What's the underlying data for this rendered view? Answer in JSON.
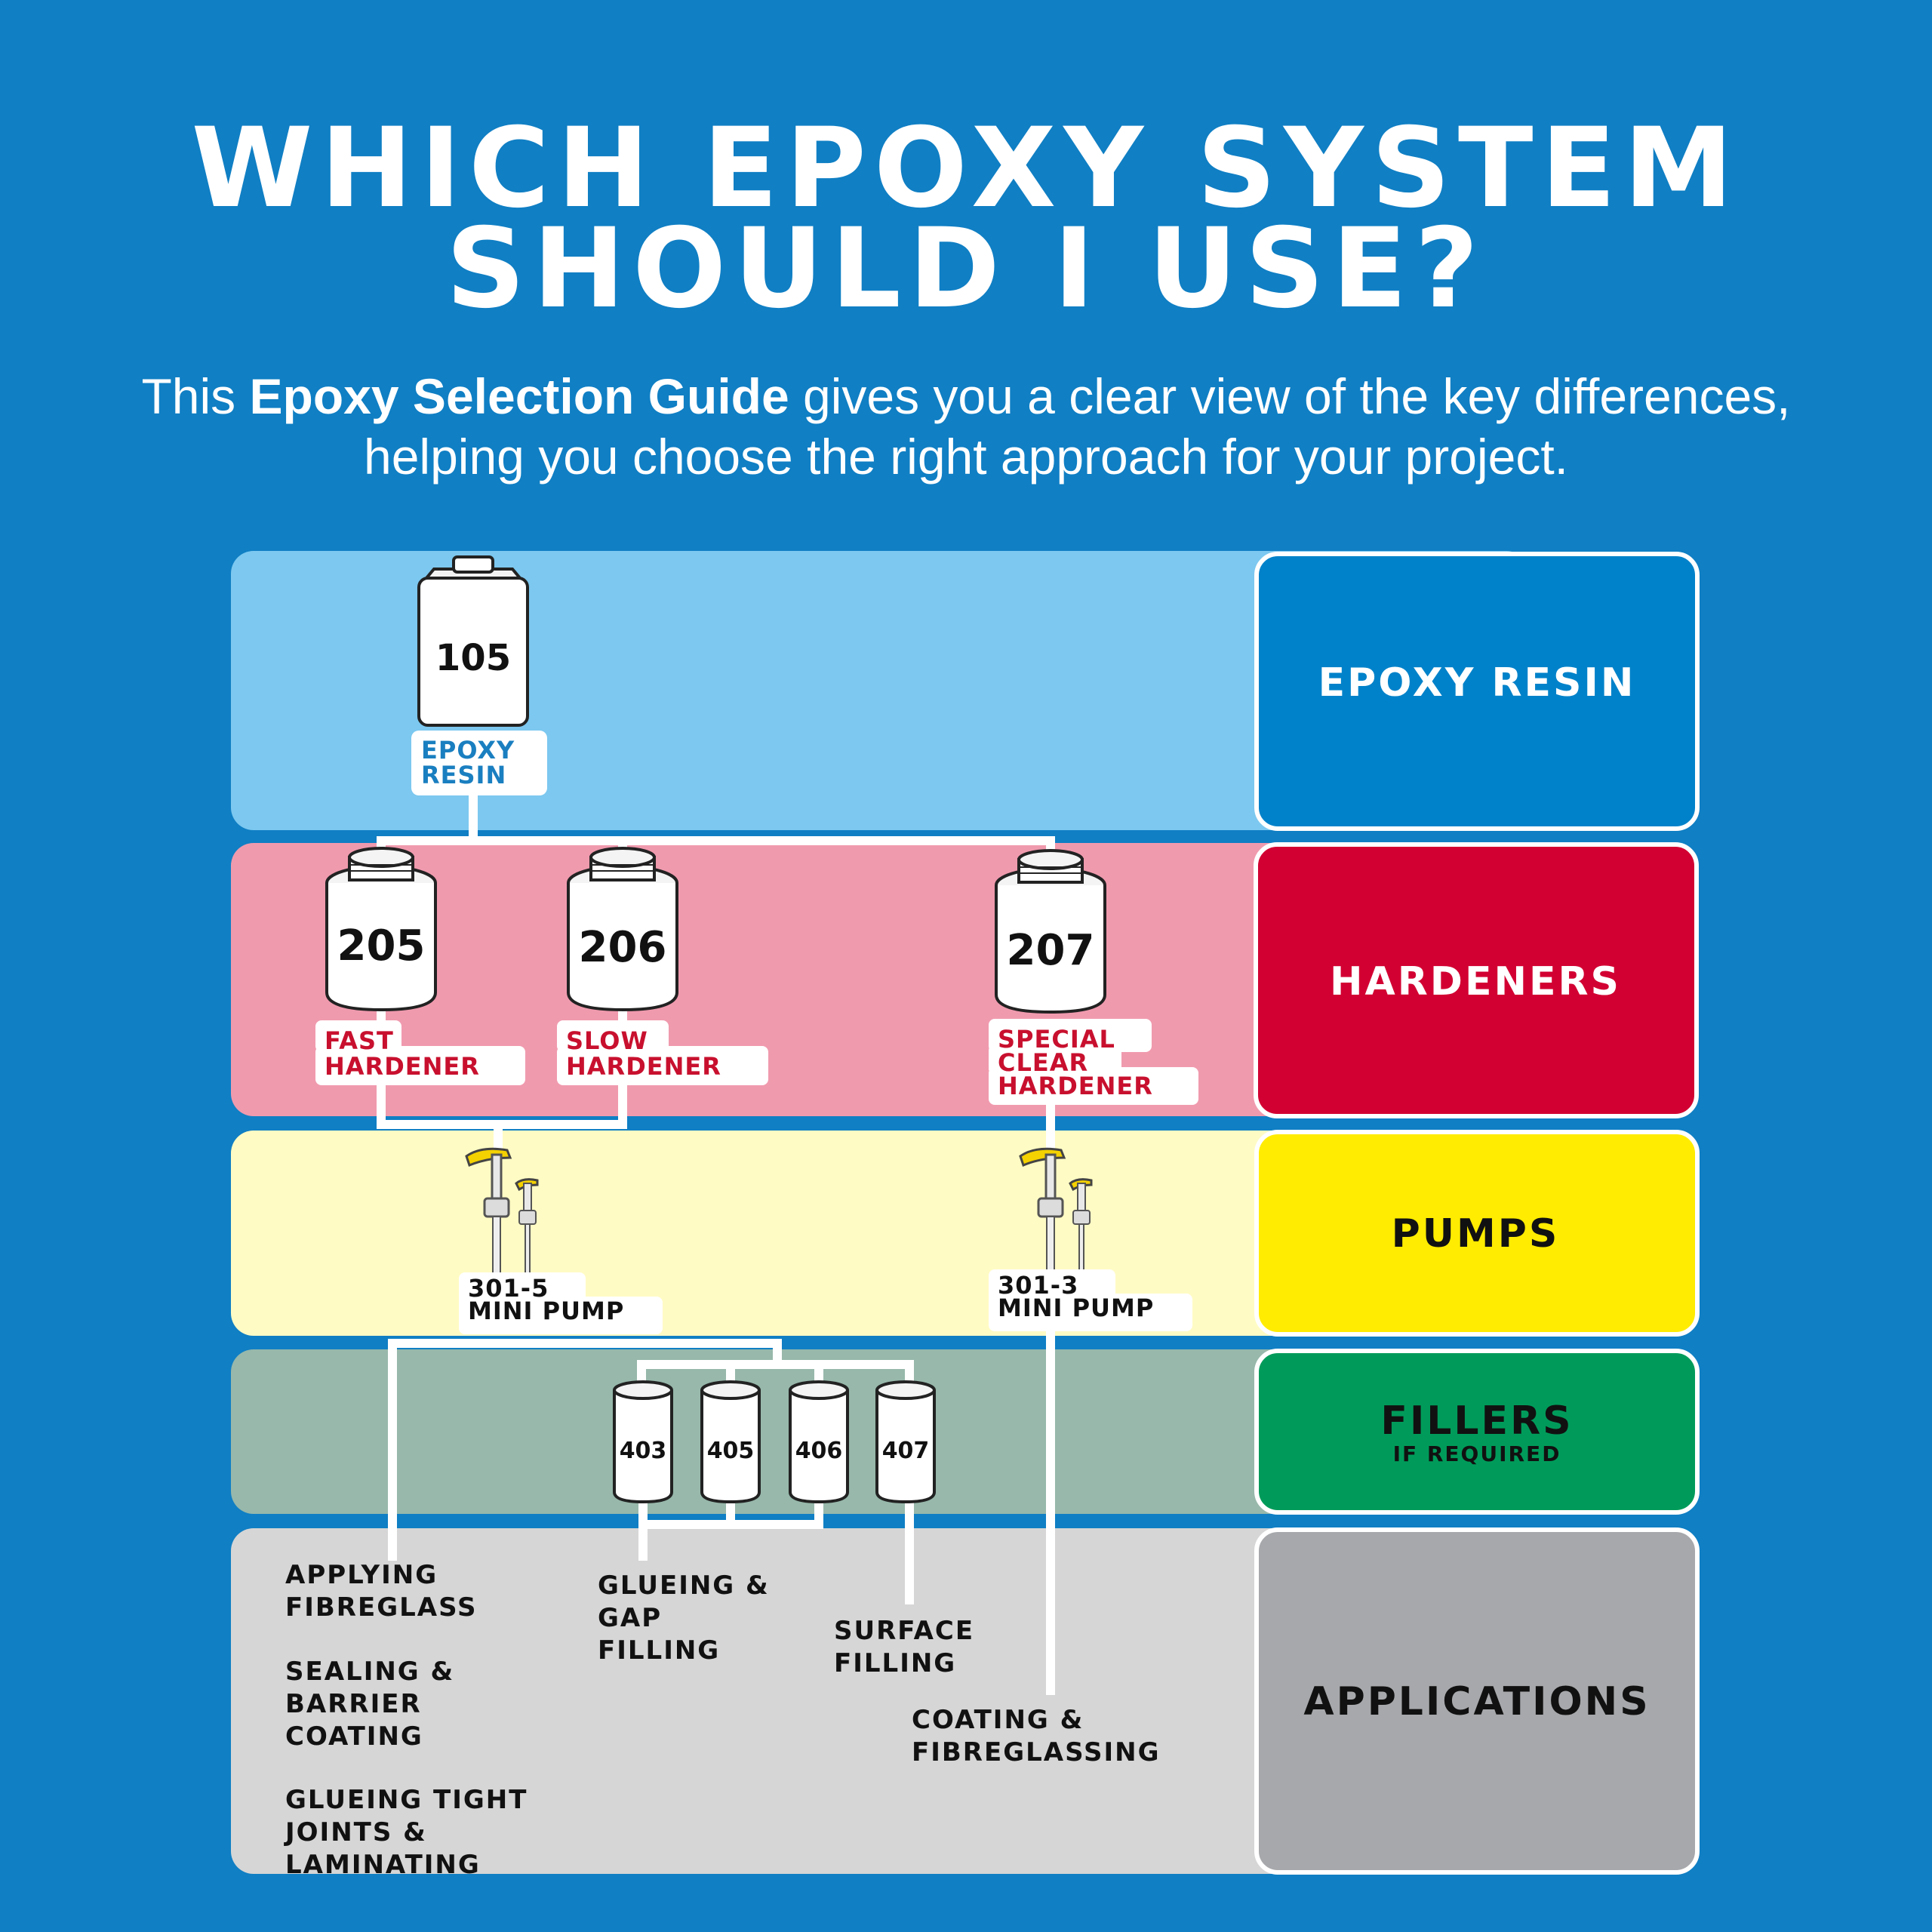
{
  "header": {
    "title_line1": "WHICH EPOXY SYSTEM",
    "title_line2": "SHOULD I USE?",
    "subtitle_pre": "This ",
    "subtitle_bold": "Epoxy Selection Guide",
    "subtitle_post": " gives you a clear view of the key differences,",
    "subtitle_line2": "helping you choose the right approach for your project."
  },
  "colors": {
    "background": "#107fc4",
    "resin_band": "#7cc8f0",
    "resin_box": "#0082ca",
    "hardener_band": "#f09aae",
    "hardener_box": "#d20032",
    "pump_band": "#fffbc4",
    "pump_box": "#ffec00",
    "filler_band": "#97b8ab",
    "filler_box": "#009b5a",
    "app_band": "#d6d6d6",
    "app_box": "#a7a8ab"
  },
  "categories": {
    "resin": "EPOXY RESIN",
    "hardeners": "HARDENERS",
    "pumps": "PUMPS",
    "fillers": "FILLERS",
    "fillers_sub": "IF REQUIRED",
    "applications": "APPLICATIONS"
  },
  "resin": {
    "code": "105",
    "label_line1": "EPOXY",
    "label_line2": "RESIN"
  },
  "hardeners": [
    {
      "code": "205",
      "line1": "FAST",
      "line2": "HARDENER",
      "line3": ""
    },
    {
      "code": "206",
      "line1": "SLOW",
      "line2": "HARDENER",
      "line3": ""
    },
    {
      "code": "207",
      "line1": "SPECIAL",
      "line2": "CLEAR",
      "line3": "HARDENER"
    }
  ],
  "pumps": [
    {
      "line1": "301-5",
      "line2": "MINI PUMP"
    },
    {
      "line1": "301-3",
      "line2": "MINI PUMP"
    }
  ],
  "fillers": [
    "403",
    "405",
    "406",
    "407"
  ],
  "applications": {
    "fibreglass": [
      "APPLYING",
      "FIBREGLASS"
    ],
    "sealing": [
      "SEALING &",
      "BARRIER",
      "COATING"
    ],
    "glueing_tight": [
      "GLUEING TIGHT",
      "JOINTS &",
      "LAMINATING"
    ],
    "glueing_gap": [
      "GLUEING &",
      "GAP",
      "FILLING"
    ],
    "surface": [
      "SURFACE",
      "FILLING"
    ],
    "coating": [
      "COATING &",
      "FIBREGLASSING"
    ]
  }
}
